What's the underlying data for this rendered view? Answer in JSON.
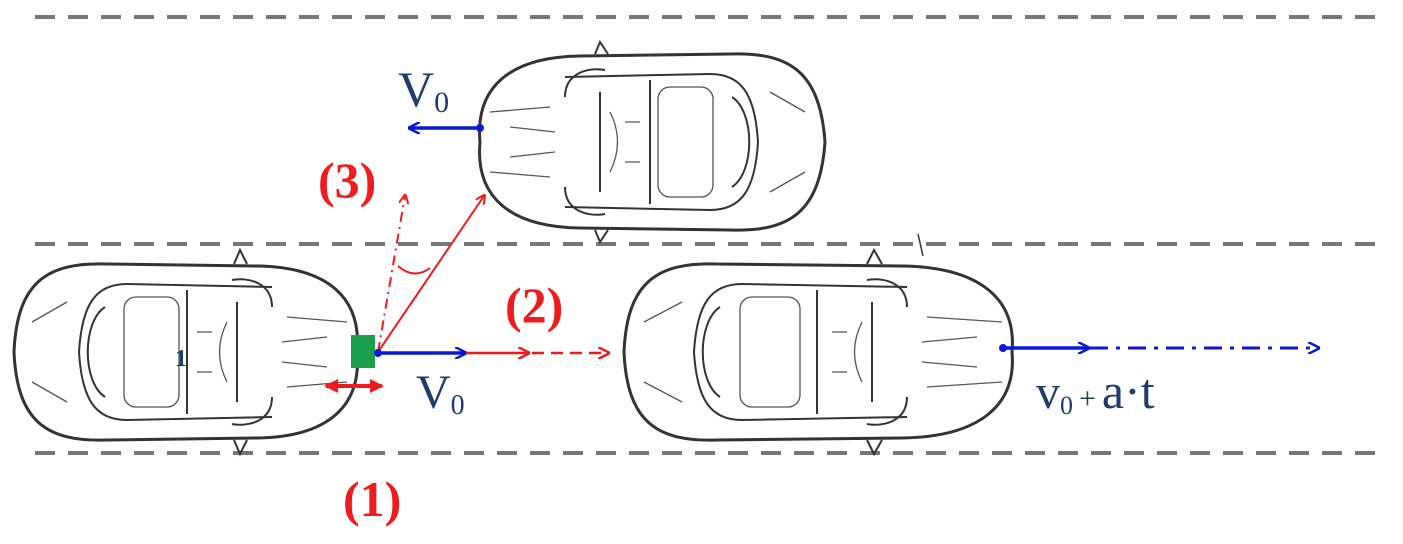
{
  "labels": {
    "v0_top_main": "V",
    "v0_top_sub": "0",
    "v0_mid_main": "V",
    "v0_mid_sub": "0",
    "v0_right_main": "v",
    "v0_right_sub": "0",
    "v0_right_plus": "+",
    "v0_right_at": "a·t",
    "path_3": "(3)",
    "path_2": "(2)",
    "path_1": "(1)",
    "car_number": "1"
  },
  "colors": {
    "red": "#ee1c1c",
    "blue": "#0b18d6",
    "navy": "#1f3d6b",
    "sensor_green": "#1a9f4a",
    "lane_gray": "#777777"
  }
}
